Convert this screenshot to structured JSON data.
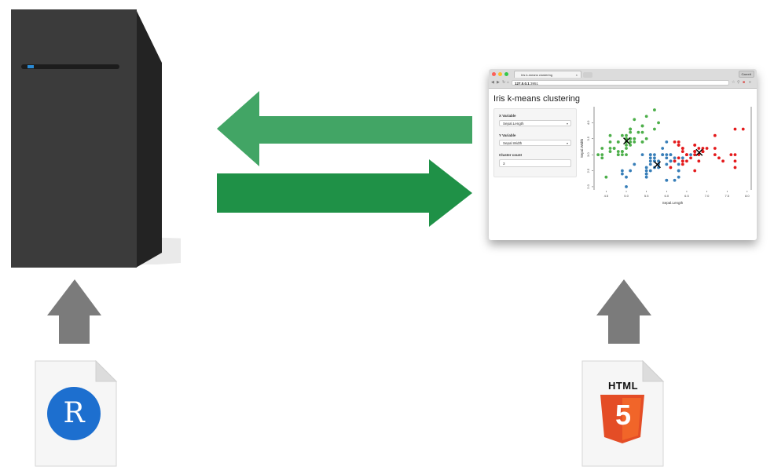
{
  "diagram": {
    "colors": {
      "server_front": "#3b3b3b",
      "server_side": "#232323",
      "arrow_upper": "#42a565",
      "arrow_lower": "#1f9147",
      "up_arrow": "#7b7b7b",
      "r_logo": "#1d6fcf",
      "html5_orange": "#e44d26"
    },
    "icons": {
      "server": "server-tower-icon",
      "r_file": "r-file-icon",
      "html_file": "html5-file-icon"
    },
    "r_file_letter": "R",
    "html_file_label": "HTML",
    "html_file_badge": "5"
  },
  "browser": {
    "tab_title": "Iris k-means clustering",
    "tab_close": "×",
    "user_button": "Garrett",
    "url_host": "127.0.0.1",
    "url_port": ":3951",
    "app": {
      "title": "Iris k-means clustering",
      "x_variable_label": "X Variable",
      "x_variable_value": "Sepal.Length",
      "y_variable_label": "Y Variable",
      "y_variable_value": "Sepal.Width",
      "cluster_count_label": "Cluster count",
      "cluster_count_value": "3"
    }
  },
  "chart_data": {
    "type": "scatter",
    "xlabel": "Sepal.Length",
    "ylabel": "Sepal.Width",
    "xlim": [
      4.2,
      8.1
    ],
    "ylim": [
      1.9,
      4.5
    ],
    "x_ticks": [
      "4.5",
      "5.0",
      "5.5",
      "6.0",
      "6.5",
      "7.0",
      "7.5",
      "8.0"
    ],
    "y_ticks": [
      "2.0",
      "2.5",
      "3.0",
      "3.5",
      "4.0"
    ],
    "series": [
      {
        "color": "#4daf4a",
        "points": [
          [
            5.1,
            3.5
          ],
          [
            4.9,
            3.0
          ],
          [
            4.7,
            3.2
          ],
          [
            4.6,
            3.1
          ],
          [
            5.0,
            3.6
          ],
          [
            5.4,
            3.9
          ],
          [
            4.6,
            3.4
          ],
          [
            5.0,
            3.4
          ],
          [
            4.4,
            2.9
          ],
          [
            4.9,
            3.1
          ],
          [
            5.4,
            3.7
          ],
          [
            4.8,
            3.4
          ],
          [
            4.8,
            3.0
          ],
          [
            4.3,
            3.0
          ],
          [
            5.8,
            4.0
          ],
          [
            5.7,
            4.4
          ],
          [
            5.4,
            3.9
          ],
          [
            5.1,
            3.5
          ],
          [
            5.7,
            3.8
          ],
          [
            5.1,
            3.8
          ],
          [
            5.4,
            3.4
          ],
          [
            5.1,
            3.7
          ],
          [
            4.6,
            3.6
          ],
          [
            5.1,
            3.3
          ],
          [
            4.8,
            3.4
          ],
          [
            5.0,
            3.0
          ],
          [
            5.0,
            3.4
          ],
          [
            5.2,
            3.5
          ],
          [
            5.2,
            3.4
          ],
          [
            4.7,
            3.2
          ],
          [
            4.8,
            3.1
          ],
          [
            5.4,
            3.4
          ],
          [
            5.2,
            4.1
          ],
          [
            5.5,
            4.2
          ],
          [
            4.9,
            3.1
          ],
          [
            5.0,
            3.2
          ],
          [
            5.5,
            3.5
          ],
          [
            4.9,
            3.6
          ],
          [
            4.4,
            3.0
          ],
          [
            5.1,
            3.4
          ],
          [
            5.0,
            3.5
          ],
          [
            4.5,
            2.3
          ],
          [
            4.4,
            3.2
          ],
          [
            5.0,
            3.5
          ],
          [
            5.1,
            3.8
          ],
          [
            4.8,
            3.0
          ],
          [
            5.1,
            3.8
          ],
          [
            4.6,
            3.2
          ],
          [
            5.3,
            3.7
          ],
          [
            5.0,
            3.3
          ]
        ]
      },
      {
        "color": "#377eb8",
        "points": [
          [
            5.5,
            2.3
          ],
          [
            5.7,
            2.8
          ],
          [
            4.9,
            2.4
          ],
          [
            5.2,
            2.7
          ],
          [
            5.0,
            2.0
          ],
          [
            5.9,
            3.0
          ],
          [
            6.0,
            2.2
          ],
          [
            5.6,
            2.9
          ],
          [
            5.6,
            3.0
          ],
          [
            5.8,
            2.7
          ],
          [
            6.2,
            2.2
          ],
          [
            5.6,
            2.5
          ],
          [
            5.9,
            3.2
          ],
          [
            6.1,
            2.8
          ],
          [
            6.3,
            2.5
          ],
          [
            6.1,
            2.8
          ],
          [
            6.4,
            2.9
          ],
          [
            6.6,
            3.0
          ],
          [
            6.0,
            2.9
          ],
          [
            5.7,
            2.6
          ],
          [
            5.5,
            2.4
          ],
          [
            5.5,
            2.4
          ],
          [
            5.8,
            2.7
          ],
          [
            6.0,
            2.7
          ],
          [
            5.4,
            3.0
          ],
          [
            6.0,
            3.4
          ],
          [
            6.3,
            2.3
          ],
          [
            5.6,
            3.0
          ],
          [
            5.5,
            2.5
          ],
          [
            5.5,
            2.6
          ],
          [
            6.1,
            3.0
          ],
          [
            5.8,
            2.6
          ],
          [
            5.0,
            2.3
          ],
          [
            5.6,
            2.7
          ],
          [
            5.7,
            3.0
          ],
          [
            5.7,
            2.9
          ],
          [
            6.2,
            2.9
          ],
          [
            5.1,
            2.5
          ],
          [
            5.7,
            2.8
          ],
          [
            5.8,
            2.7
          ],
          [
            4.9,
            2.5
          ],
          [
            6.0,
            2.2
          ],
          [
            5.6,
            2.8
          ],
          [
            6.3,
            2.7
          ],
          [
            6.2,
            2.8
          ],
          [
            6.1,
            3.0
          ],
          [
            6.3,
            2.5
          ],
          [
            6.0,
            3.0
          ],
          [
            5.9,
            3.0
          ],
          [
            5.8,
            2.8
          ]
        ]
      },
      {
        "color": "#e41a1c",
        "points": [
          [
            7.0,
            3.2
          ],
          [
            6.4,
            3.2
          ],
          [
            6.9,
            3.1
          ],
          [
            6.5,
            2.8
          ],
          [
            6.3,
            3.3
          ],
          [
            6.6,
            2.9
          ],
          [
            6.7,
            3.1
          ],
          [
            6.8,
            2.8
          ],
          [
            6.7,
            3.0
          ],
          [
            6.7,
            3.1
          ],
          [
            6.3,
            3.3
          ],
          [
            6.5,
            3.0
          ],
          [
            7.6,
            3.0
          ],
          [
            7.3,
            2.9
          ],
          [
            6.7,
            2.5
          ],
          [
            7.2,
            3.6
          ],
          [
            6.4,
            2.7
          ],
          [
            6.8,
            3.0
          ],
          [
            6.4,
            3.2
          ],
          [
            6.5,
            3.0
          ],
          [
            7.7,
            3.8
          ],
          [
            7.7,
            2.6
          ],
          [
            6.9,
            3.2
          ],
          [
            7.7,
            2.8
          ],
          [
            6.7,
            3.3
          ],
          [
            7.2,
            3.2
          ],
          [
            6.2,
            2.8
          ],
          [
            6.4,
            2.8
          ],
          [
            7.2,
            3.0
          ],
          [
            7.4,
            2.8
          ],
          [
            7.9,
            3.8
          ],
          [
            6.4,
            2.8
          ],
          [
            6.1,
            2.6
          ],
          [
            7.7,
            3.0
          ],
          [
            6.3,
            3.4
          ],
          [
            6.4,
            3.1
          ],
          [
            6.9,
            3.1
          ],
          [
            6.7,
            3.1
          ],
          [
            6.9,
            3.1
          ],
          [
            6.8,
            3.2
          ],
          [
            6.7,
            3.3
          ],
          [
            6.7,
            3.0
          ],
          [
            6.5,
            3.0
          ],
          [
            6.2,
            3.4
          ],
          [
            6.3,
            2.9
          ]
        ]
      }
    ],
    "centers": [
      [
        5.01,
        3.43
      ],
      [
        5.77,
        2.69
      ],
      [
        6.81,
        3.07
      ]
    ]
  }
}
